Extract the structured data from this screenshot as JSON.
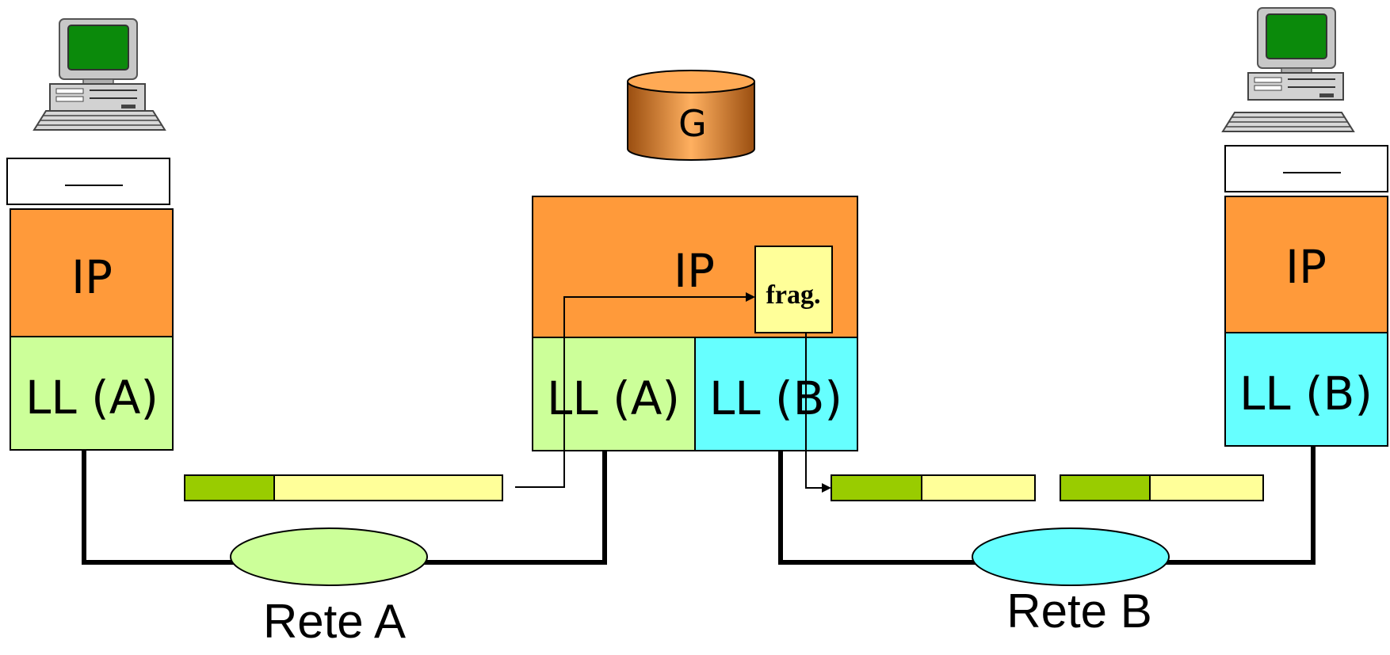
{
  "colors": {
    "ip": "#FF9A3A",
    "ll_a": "#CCFF99",
    "ll_b": "#66FFFF",
    "frag": "#FFFF99",
    "header": "#99CC00",
    "payload": "#FFFF99",
    "net_a": "#CCFF99",
    "net_b": "#66FFFF",
    "gateway": "#D9822B",
    "screen": "#0B8A0B"
  },
  "host_left": {
    "top_layer_label": "",
    "ip_label": "IP",
    "ll_label": "LL (A)",
    "icon": "computer-icon"
  },
  "gateway": {
    "name": "G",
    "icon": "cylinder-icon",
    "ip_label": "IP",
    "frag_label": "frag.",
    "ll_a_label": "LL (A)",
    "ll_b_label": "LL (B)"
  },
  "host_right": {
    "top_layer_label": "",
    "ip_label": "IP",
    "ll_label": "LL (B)",
    "icon": "computer-icon"
  },
  "networks": {
    "a_label": "Rete A",
    "b_label": "Rete B"
  }
}
